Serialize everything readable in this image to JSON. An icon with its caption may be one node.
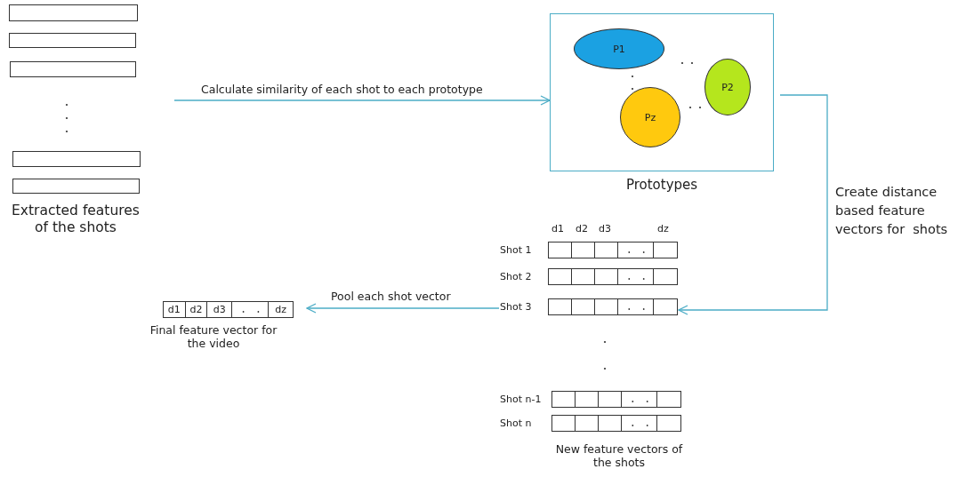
{
  "diagram": {
    "nodes": [
      {
        "text": [],
        "shape": "box"
      },
      {
        "text": [],
        "shape": "box"
      },
      {
        "text": [],
        "shape": "box"
      },
      {
        "text": [],
        "shape": "box"
      },
      {
        "text": [],
        "shape": "box"
      },
      {
        "text": [
          "Prototypes"
        ]
      },
      {
        "text": [
          "P1"
        ],
        "in": 5
      },
      {
        "text": [
          "P2"
        ],
        "in": 5
      },
      {
        "text": [
          "Pz"
        ],
        "in": 5
      },
      {
        "text": [
          "Shot 1"
        ]
      },
      {
        "text": [
          "Shot 2"
        ]
      },
      {
        "text": [
          "Shot 3"
        ]
      },
      {
        "text": [
          "Shot n-1"
        ]
      },
      {
        "text": [
          "Shot n"
        ]
      },
      {
        "text": [
          "d1",
          "d2",
          "d3",
          "dz"
        ],
        "beside": [
          "Final feature vector for the video"
        ]
      }
    ],
    "edges": [
      {
        "from": null,
        "to": 5,
        "arrow": "to",
        "label": "Calculate similarity of each shot to each prototype"
      },
      {
        "from": 5,
        "to": 11,
        "arrow": "to",
        "label": "Create distance based feature vectors for  shots"
      },
      {
        "from": 11,
        "to": 14,
        "arrow": "to",
        "label": "Pool each shot vector"
      }
    ],
    "labels": [
      "Extracted features of the shots",
      "d1",
      "d2",
      "d3",
      "dz",
      "New feature vectors of the shots"
    ]
  }
}
